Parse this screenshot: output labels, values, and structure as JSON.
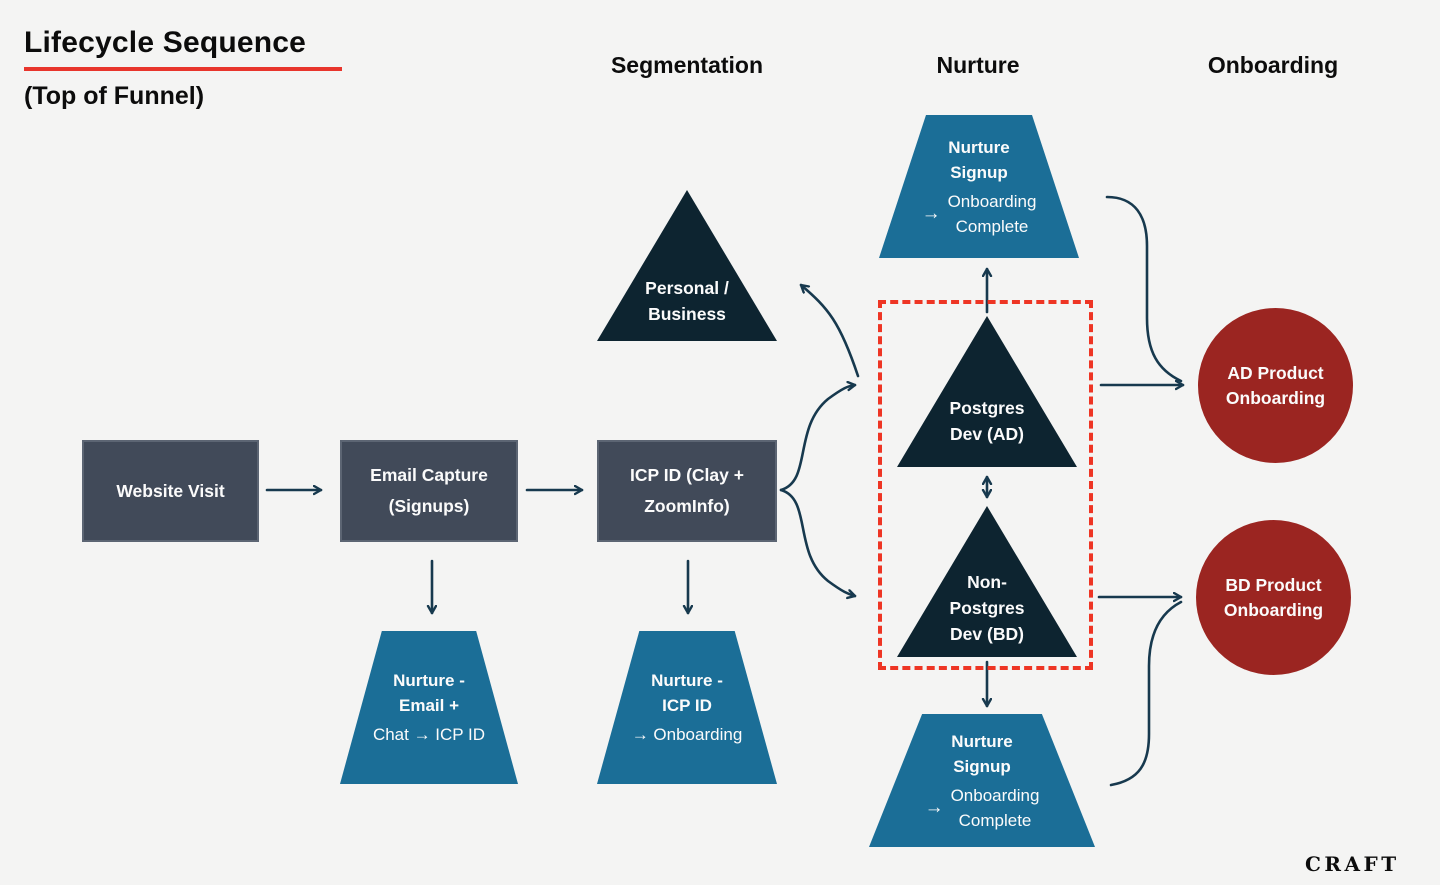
{
  "title": {
    "main": "Lifecycle Sequence",
    "sub": "(Top of Funnel)"
  },
  "column_headers": {
    "segmentation": "Segmentation",
    "nurture": "Nurture",
    "onboarding": "Onboarding"
  },
  "nodes": {
    "website_visit": {
      "label": "Website Visit"
    },
    "email_capture": {
      "line1": "Email Capture",
      "line2": "(Signups)"
    },
    "icp_id": {
      "line1": "ICP ID (Clay +",
      "line2": "ZoomInfo)"
    },
    "personal_business": {
      "line1": "Personal /",
      "line2": "Business"
    },
    "nurture_email": {
      "line1": "Nurture -",
      "line2": "Email +",
      "line3": "Chat → ICP ID"
    },
    "nurture_icp": {
      "line1": "Nurture -",
      "line2": "ICP ID",
      "line3": "→ Onboarding"
    },
    "nurture_signup_top": {
      "line1": "Nurture",
      "line2": "Signup",
      "arrow": "→",
      "line3": "Onboarding",
      "line4": "Complete"
    },
    "nurture_signup_bottom": {
      "line1": "Nurture",
      "line2": "Signup",
      "arrow": "→",
      "line3": "Onboarding",
      "line4": "Complete"
    },
    "postgres_dev": {
      "line1": "Postgres",
      "line2": "Dev (AD)"
    },
    "non_postgres_dev": {
      "line1": "Non-",
      "line2": "Postgres",
      "line3": "Dev (BD)"
    },
    "ad_onboarding": {
      "line1": "AD Product",
      "line2": "Onboarding"
    },
    "bd_onboarding": {
      "line1": "BD Product",
      "line2": "Onboarding"
    }
  },
  "logo": "CRAFT",
  "colors": {
    "background": "#f4f4f3",
    "rectangle_fill": "#414a59",
    "triangle_fill": "#0d2430",
    "trapezoid_fill": "#1b6e97",
    "circle_fill": "#9b2521",
    "connector_stroke": "#17394e",
    "dashed_highlight": "#ee3524",
    "title_underline": "#e8352c",
    "text_dark": "#0c0c0c",
    "text_light": "#fbfbfb"
  }
}
